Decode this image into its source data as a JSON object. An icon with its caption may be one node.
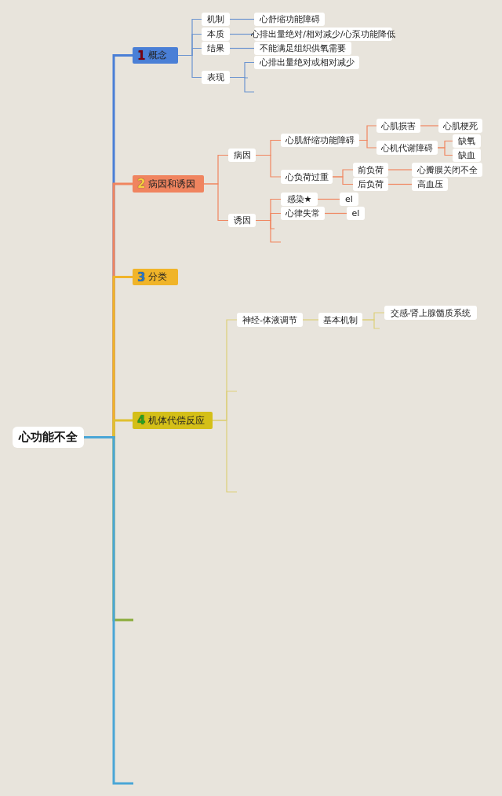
{
  "diagram": {
    "nodes": [
      {
        "text": [
          "心功能不全"
        ]
      },
      {
        "text": [
          "1",
          "概念"
        ]
      },
      {
        "text": [
          "机制"
        ]
      },
      {
        "text": [
          "心舒缩功能障碍"
        ]
      },
      {
        "text": [
          "本质"
        ]
      },
      {
        "text": [
          "心排出量绝对/相对减少/心泵功能降低"
        ]
      },
      {
        "text": [
          "结果"
        ]
      },
      {
        "text": [
          "不能满足组织供氧需要"
        ]
      },
      {
        "text": [
          "表现"
        ]
      },
      {
        "text": [
          "心排出量绝对或相对减少"
        ]
      },
      {
        "text": [
          "2",
          "病因和诱因"
        ]
      },
      {
        "text": [
          "病因"
        ]
      },
      {
        "text": [
          "心肌舒缩功能障碍"
        ]
      },
      {
        "text": [
          "心肌损害"
        ]
      },
      {
        "text": [
          "心肌梗死"
        ]
      },
      {
        "text": [
          "心机代谢障碍"
        ]
      },
      {
        "text": [
          "缺氧"
        ]
      },
      {
        "text": [
          "缺血"
        ]
      },
      {
        "text": [
          "心负荷过重"
        ]
      },
      {
        "text": [
          "前负荷"
        ]
      },
      {
        "text": [
          "心瓣膜关闭不全"
        ]
      },
      {
        "text": [
          "后负荷"
        ]
      },
      {
        "text": [
          "高血压"
        ]
      },
      {
        "text": [
          "诱因"
        ]
      },
      {
        "text": [
          "感染★"
        ]
      },
      {
        "text": [
          "el"
        ]
      },
      {
        "text": [
          "心律失常"
        ]
      },
      {
        "text": [
          "el"
        ]
      },
      {
        "text": [
          "3",
          "分类"
        ]
      },
      {
        "text": [
          "4",
          "机体代偿反应"
        ]
      },
      {
        "text": [
          "神经-体液调节"
        ]
      },
      {
        "text": [
          "基本机制"
        ]
      },
      {
        "text": [
          "交感-肾上腺髓质系统"
        ]
      }
    ],
    "edges": [
      {
        "from": 0,
        "to": 1,
        "arrow": "none",
        "style": "thick",
        "color": "#4a7fd6"
      },
      {
        "from": 0,
        "to": 10,
        "arrow": "none",
        "style": "thick"
      },
      {
        "from": 0,
        "to": 28,
        "arrow": "none",
        "style": "thick",
        "color": "#f0b429"
      },
      {
        "from": 0,
        "to": 29,
        "arrow": "none",
        "style": "thick",
        "color": "#e0c030"
      },
      {
        "from": 0,
        "to": null,
        "arrow": "none",
        "style": "thick",
        "color": "#8aab3a"
      },
      {
        "from": 0,
        "to": null,
        "arrow": "none",
        "style": "thick",
        "color": "#4aa6d6"
      },
      {
        "from": 1,
        "to": 2,
        "arrow": "none",
        "color": "#6d95d0"
      },
      {
        "from": 1,
        "to": 4,
        "arrow": "none",
        "color": "#6d95d0"
      },
      {
        "from": 1,
        "to": 6,
        "arrow": "none",
        "color": "#6d95d0"
      },
      {
        "from": 1,
        "to": 8,
        "arrow": "none",
        "color": "#6d95d0"
      },
      {
        "from": 2,
        "to": 3,
        "arrow": "none",
        "color": "#6d95d0"
      },
      {
        "from": 4,
        "to": 5,
        "arrow": "none",
        "color": "#6d95d0"
      },
      {
        "from": 6,
        "to": 7,
        "arrow": "none",
        "color": "#6d95d0"
      },
      {
        "from": 8,
        "to": 9,
        "arrow": "none",
        "color": "#6d95d0"
      },
      {
        "from": 8,
        "to": null,
        "arrow": "none",
        "color": "#6d95d0"
      },
      {
        "from": 8,
        "to": null,
        "arrow": "none",
        "color": "#6d95d0"
      },
      {
        "from": 10,
        "to": 11,
        "arrow": "none"
      },
      {
        "from": 10,
        "to": 23,
        "arrow": "none"
      },
      {
        "from": 11,
        "to": 12,
        "arrow": "none"
      },
      {
        "from": 11,
        "to": 18,
        "arrow": "none"
      },
      {
        "from": 12,
        "to": 13,
        "arrow": "none"
      },
      {
        "from": 12,
        "to": 15,
        "arrow": "none"
      },
      {
        "from": 13,
        "to": 14,
        "arrow": "none"
      },
      {
        "from": 15,
        "to": 16,
        "arrow": "none"
      },
      {
        "from": 15,
        "to": 17,
        "arrow": "none"
      },
      {
        "from": 18,
        "to": 19,
        "arrow": "none"
      },
      {
        "from": 18,
        "to": 21,
        "arrow": "none"
      },
      {
        "from": 19,
        "to": 20,
        "arrow": "none"
      },
      {
        "from": 21,
        "to": 22,
        "arrow": "none"
      },
      {
        "from": 23,
        "to": 24,
        "arrow": "none"
      },
      {
        "from": 23,
        "to": 26,
        "arrow": "none"
      },
      {
        "from": 23,
        "to": null,
        "arrow": "none"
      },
      {
        "from": 23,
        "to": null,
        "arrow": "none"
      },
      {
        "from": 24,
        "to": 25,
        "arrow": "none"
      },
      {
        "from": 26,
        "to": 27,
        "arrow": "none"
      },
      {
        "from": 29,
        "to": 30,
        "arrow": "none",
        "color": "#ddd07a"
      },
      {
        "from": 29,
        "to": null,
        "arrow": "none",
        "color": "#ddd07a"
      },
      {
        "from": 29,
        "to": null,
        "arrow": "none",
        "color": "#ddd07a"
      },
      {
        "from": 30,
        "to": 31,
        "arrow": "none",
        "color": "#ddd07a"
      },
      {
        "from": 31,
        "to": 32,
        "arrow": "none",
        "color": "#ddd07a"
      },
      {
        "from": 31,
        "to": null,
        "arrow": "none",
        "color": "#ddd07a"
      }
    ]
  }
}
